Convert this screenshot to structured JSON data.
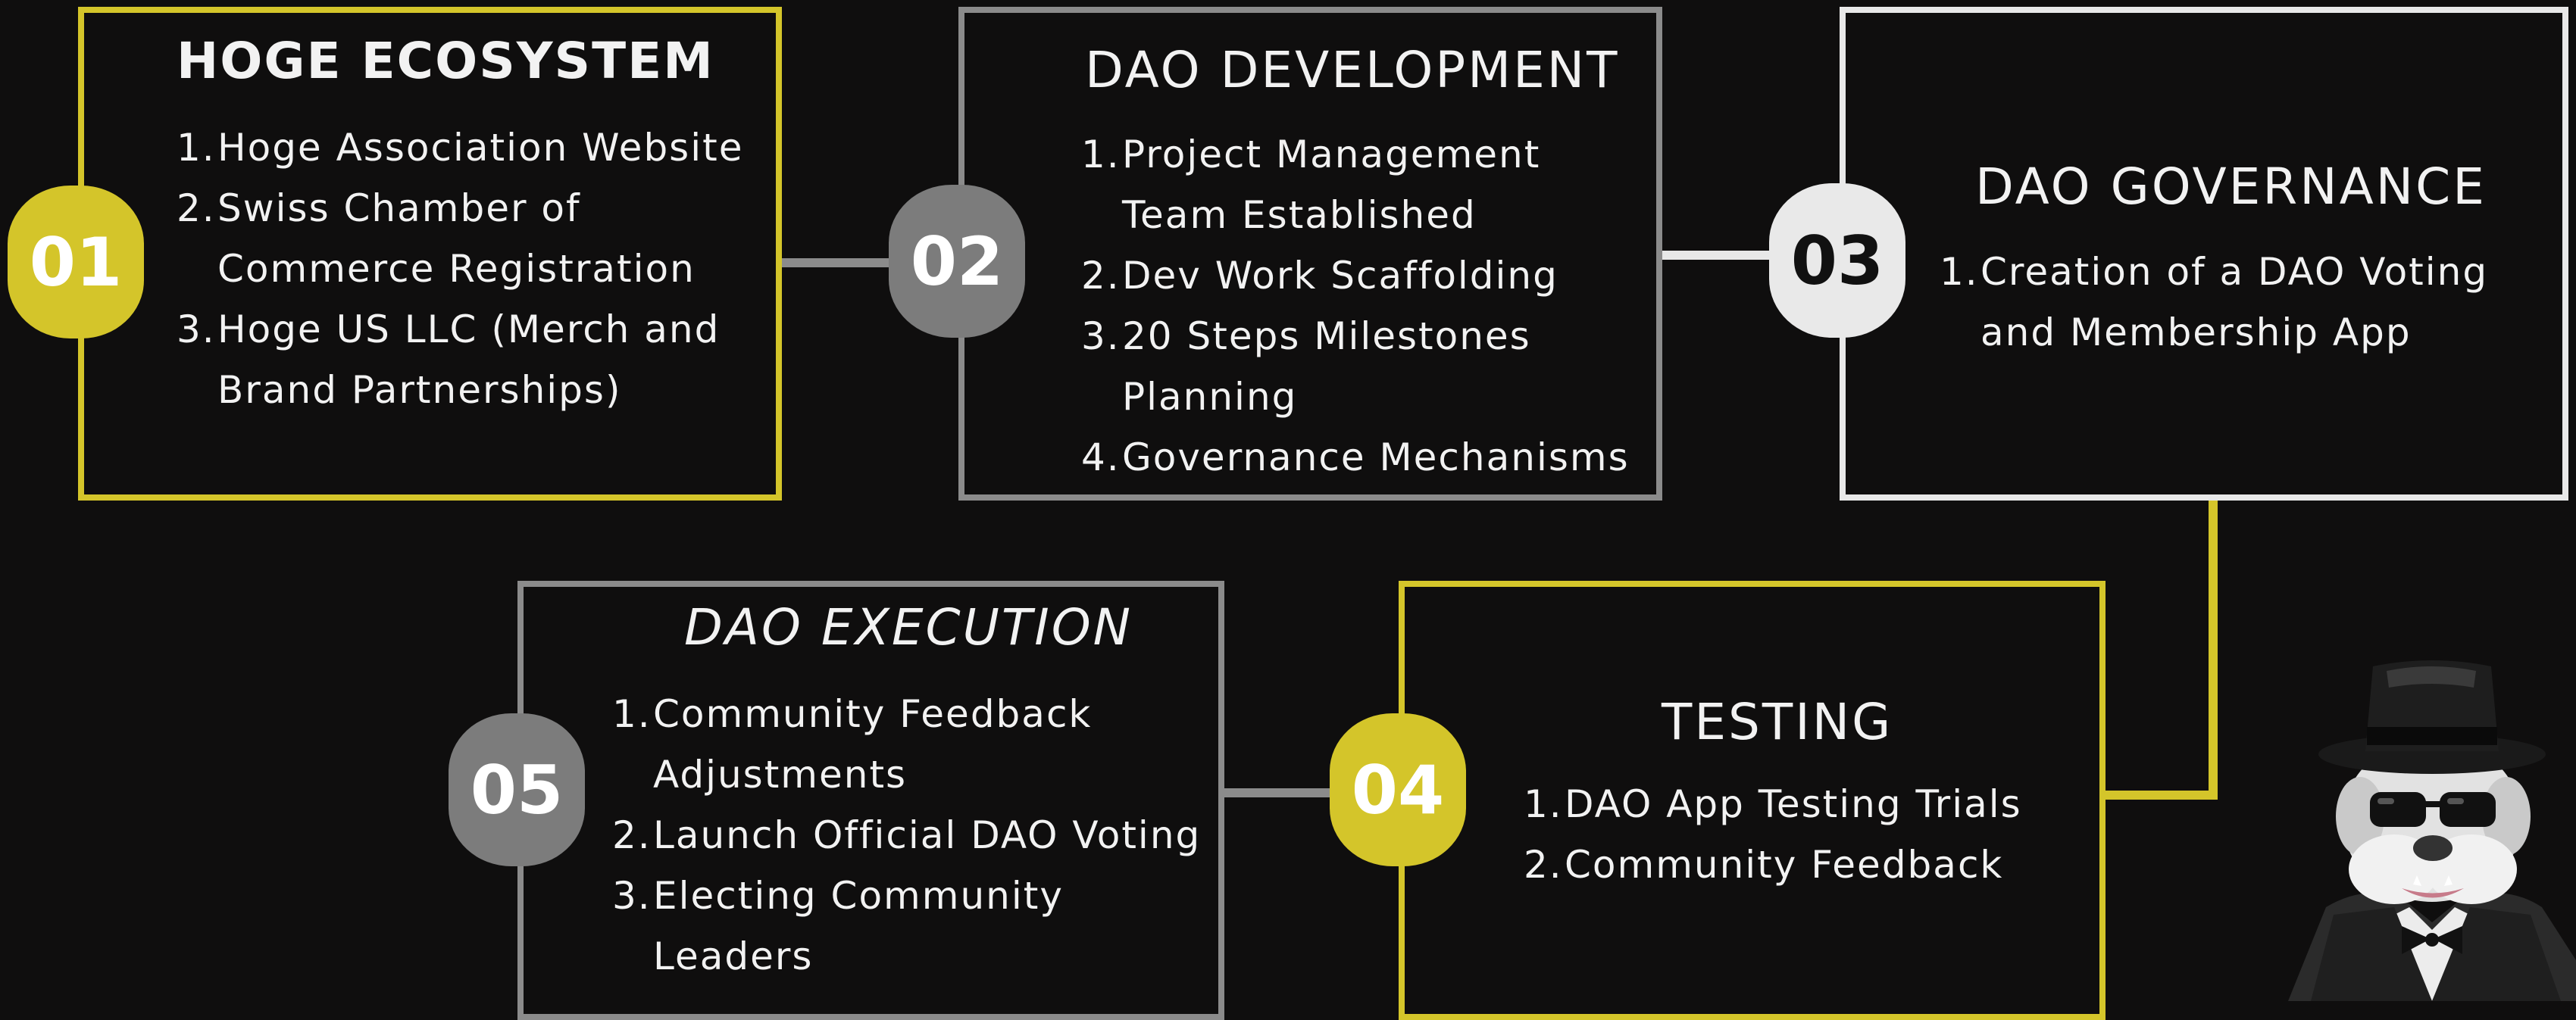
{
  "stages": [
    {
      "number": "01",
      "title": "HOGE ECOSYSTEM",
      "items": [
        {
          "num": "1.",
          "text": "Hoge Association Website"
        },
        {
          "num": "2.",
          "text": "Swiss Chamber of Commerce Registration"
        },
        {
          "num": "3.",
          "text": "Hoge US LLC (Merch and Brand Partnerships)"
        }
      ]
    },
    {
      "number": "02",
      "title": "DAO DEVELOPMENT",
      "items": [
        {
          "num": "1.",
          "text": "Project Management Team Established"
        },
        {
          "num": "2.",
          "text": "Dev Work Scaffolding"
        },
        {
          "num": "3.",
          "text": "20 Steps Milestones Planning"
        },
        {
          "num": "4.",
          "text": "Governance Mechanisms"
        }
      ]
    },
    {
      "number": "03",
      "title": "DAO GOVERNANCE",
      "items": [
        {
          "num": "1.",
          "text": "Creation of a DAO Voting and Membership App"
        }
      ]
    },
    {
      "number": "04",
      "title": "TESTING",
      "items": [
        {
          "num": "1.",
          "text": "DAO App Testing Trials"
        },
        {
          "num": "2.",
          "text": "Community Feedback"
        }
      ]
    },
    {
      "number": "05",
      "title": "DAO EXECUTION",
      "items": [
        {
          "num": "1.",
          "text": "Community Feedback Adjustments"
        },
        {
          "num": "2.",
          "text": "Launch Official DAO Voting"
        },
        {
          "num": "3.",
          "text": "Electing Community Leaders"
        }
      ]
    }
  ],
  "colors": {
    "background": "#0f0e0e",
    "accent_yellow": "#d4c52a",
    "gray": "#8b8b8b",
    "light": "#e8e8e8"
  },
  "mascot_icon": "bulldog-top-hat-icon"
}
